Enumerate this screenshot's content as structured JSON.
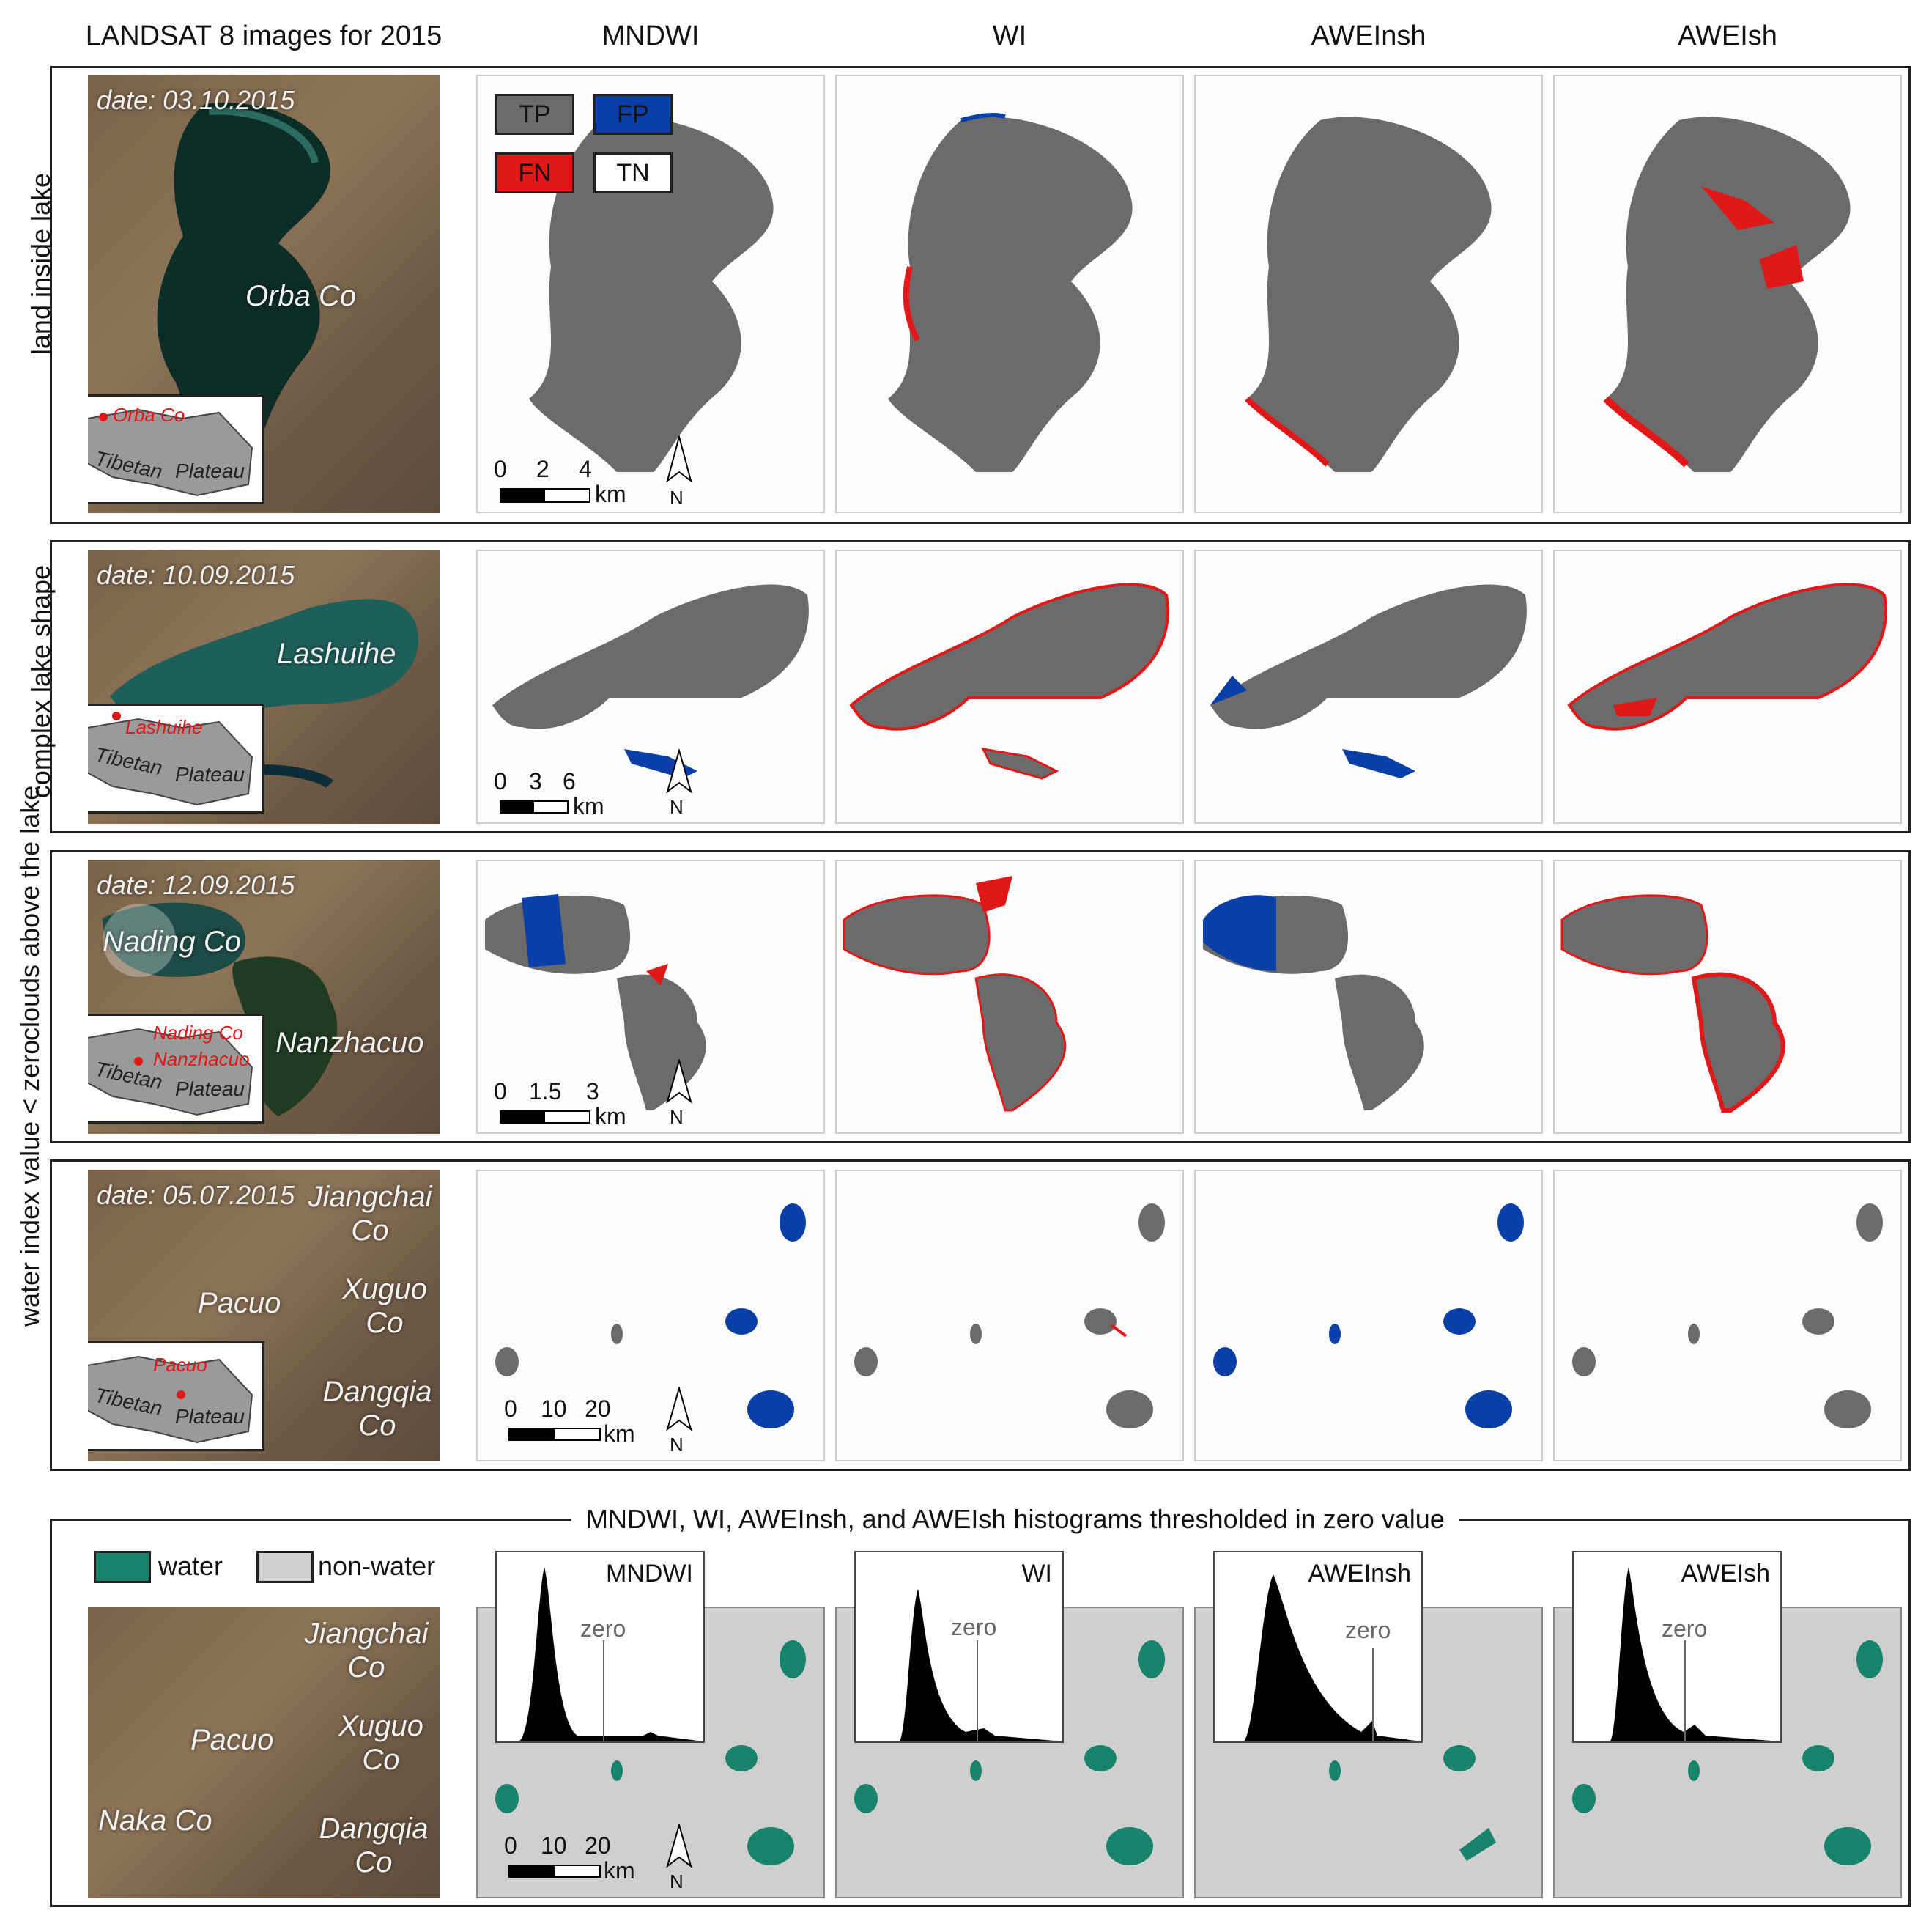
{
  "header": {
    "col0": "LANDSAT 8 images for 2015",
    "col1": "MNDWI",
    "col2": "WI",
    "col3": "AWEInsh",
    "col4": "AWEIsh"
  },
  "legend": {
    "tp": "TP",
    "fp": "FP",
    "fn": "FN",
    "tn": "TN"
  },
  "colors": {
    "tp": "#6b6b6b",
    "fp": "#0a3fa8",
    "fn": "#e01818",
    "tn": "#ffffff",
    "water": "#16836a",
    "nonwater": "#cfcfcf"
  },
  "rows": [
    {
      "label": "land inside lake",
      "date": "date: 03.10.2015",
      "lake1": "Orba Co",
      "inset_red": "Orba Co",
      "scale": [
        "0",
        "2",
        "4"
      ],
      "km": "km",
      "north": "N"
    },
    {
      "label": "complex lake shape",
      "date": "date: 10.09.2015",
      "lake1": "Lashuihe",
      "inset_red": "Lashuihe",
      "scale": [
        "0",
        "3",
        "6"
      ],
      "km": "km",
      "north": "N"
    },
    {
      "label": "clouds above the lake",
      "date": "date: 12.09.2015",
      "lake1": "Nading Co",
      "lake2": "Nanzhacuo",
      "inset_red": "Nading Co",
      "inset_red2": "Nanzhacuo",
      "scale": [
        "0",
        "1.5",
        "3"
      ],
      "km": "km",
      "north": "N"
    },
    {
      "label": "water index value < zero",
      "date": "date: 05.07.2015",
      "lake1": "Jiangchai Co",
      "lake2": "Pacuo",
      "lake3": "Xuguo Co",
      "lake4": "Dangqia Co",
      "inset_red": "Pacuo",
      "scale": [
        "0",
        "10",
        "20"
      ],
      "km": "km",
      "north": "N"
    }
  ],
  "inset_text": {
    "tibetan": "Tibetan",
    "plateau": "Plateau"
  },
  "bottom": {
    "title": "MNDWI, WI, AWEInsh, and AWEIsh histograms thresholded in zero value",
    "water": "water",
    "nonwater": "non-water",
    "lakes": [
      "Jiangchai Co",
      "Pacuo",
      "Xuguo Co",
      "Naka Co",
      "Dangqia Co"
    ],
    "hist_labels": [
      "MNDWI",
      "WI",
      "AWEInsh",
      "AWEIsh"
    ],
    "zero": "zero",
    "scale": [
      "0",
      "10",
      "20"
    ],
    "km": "km",
    "north": "N"
  }
}
